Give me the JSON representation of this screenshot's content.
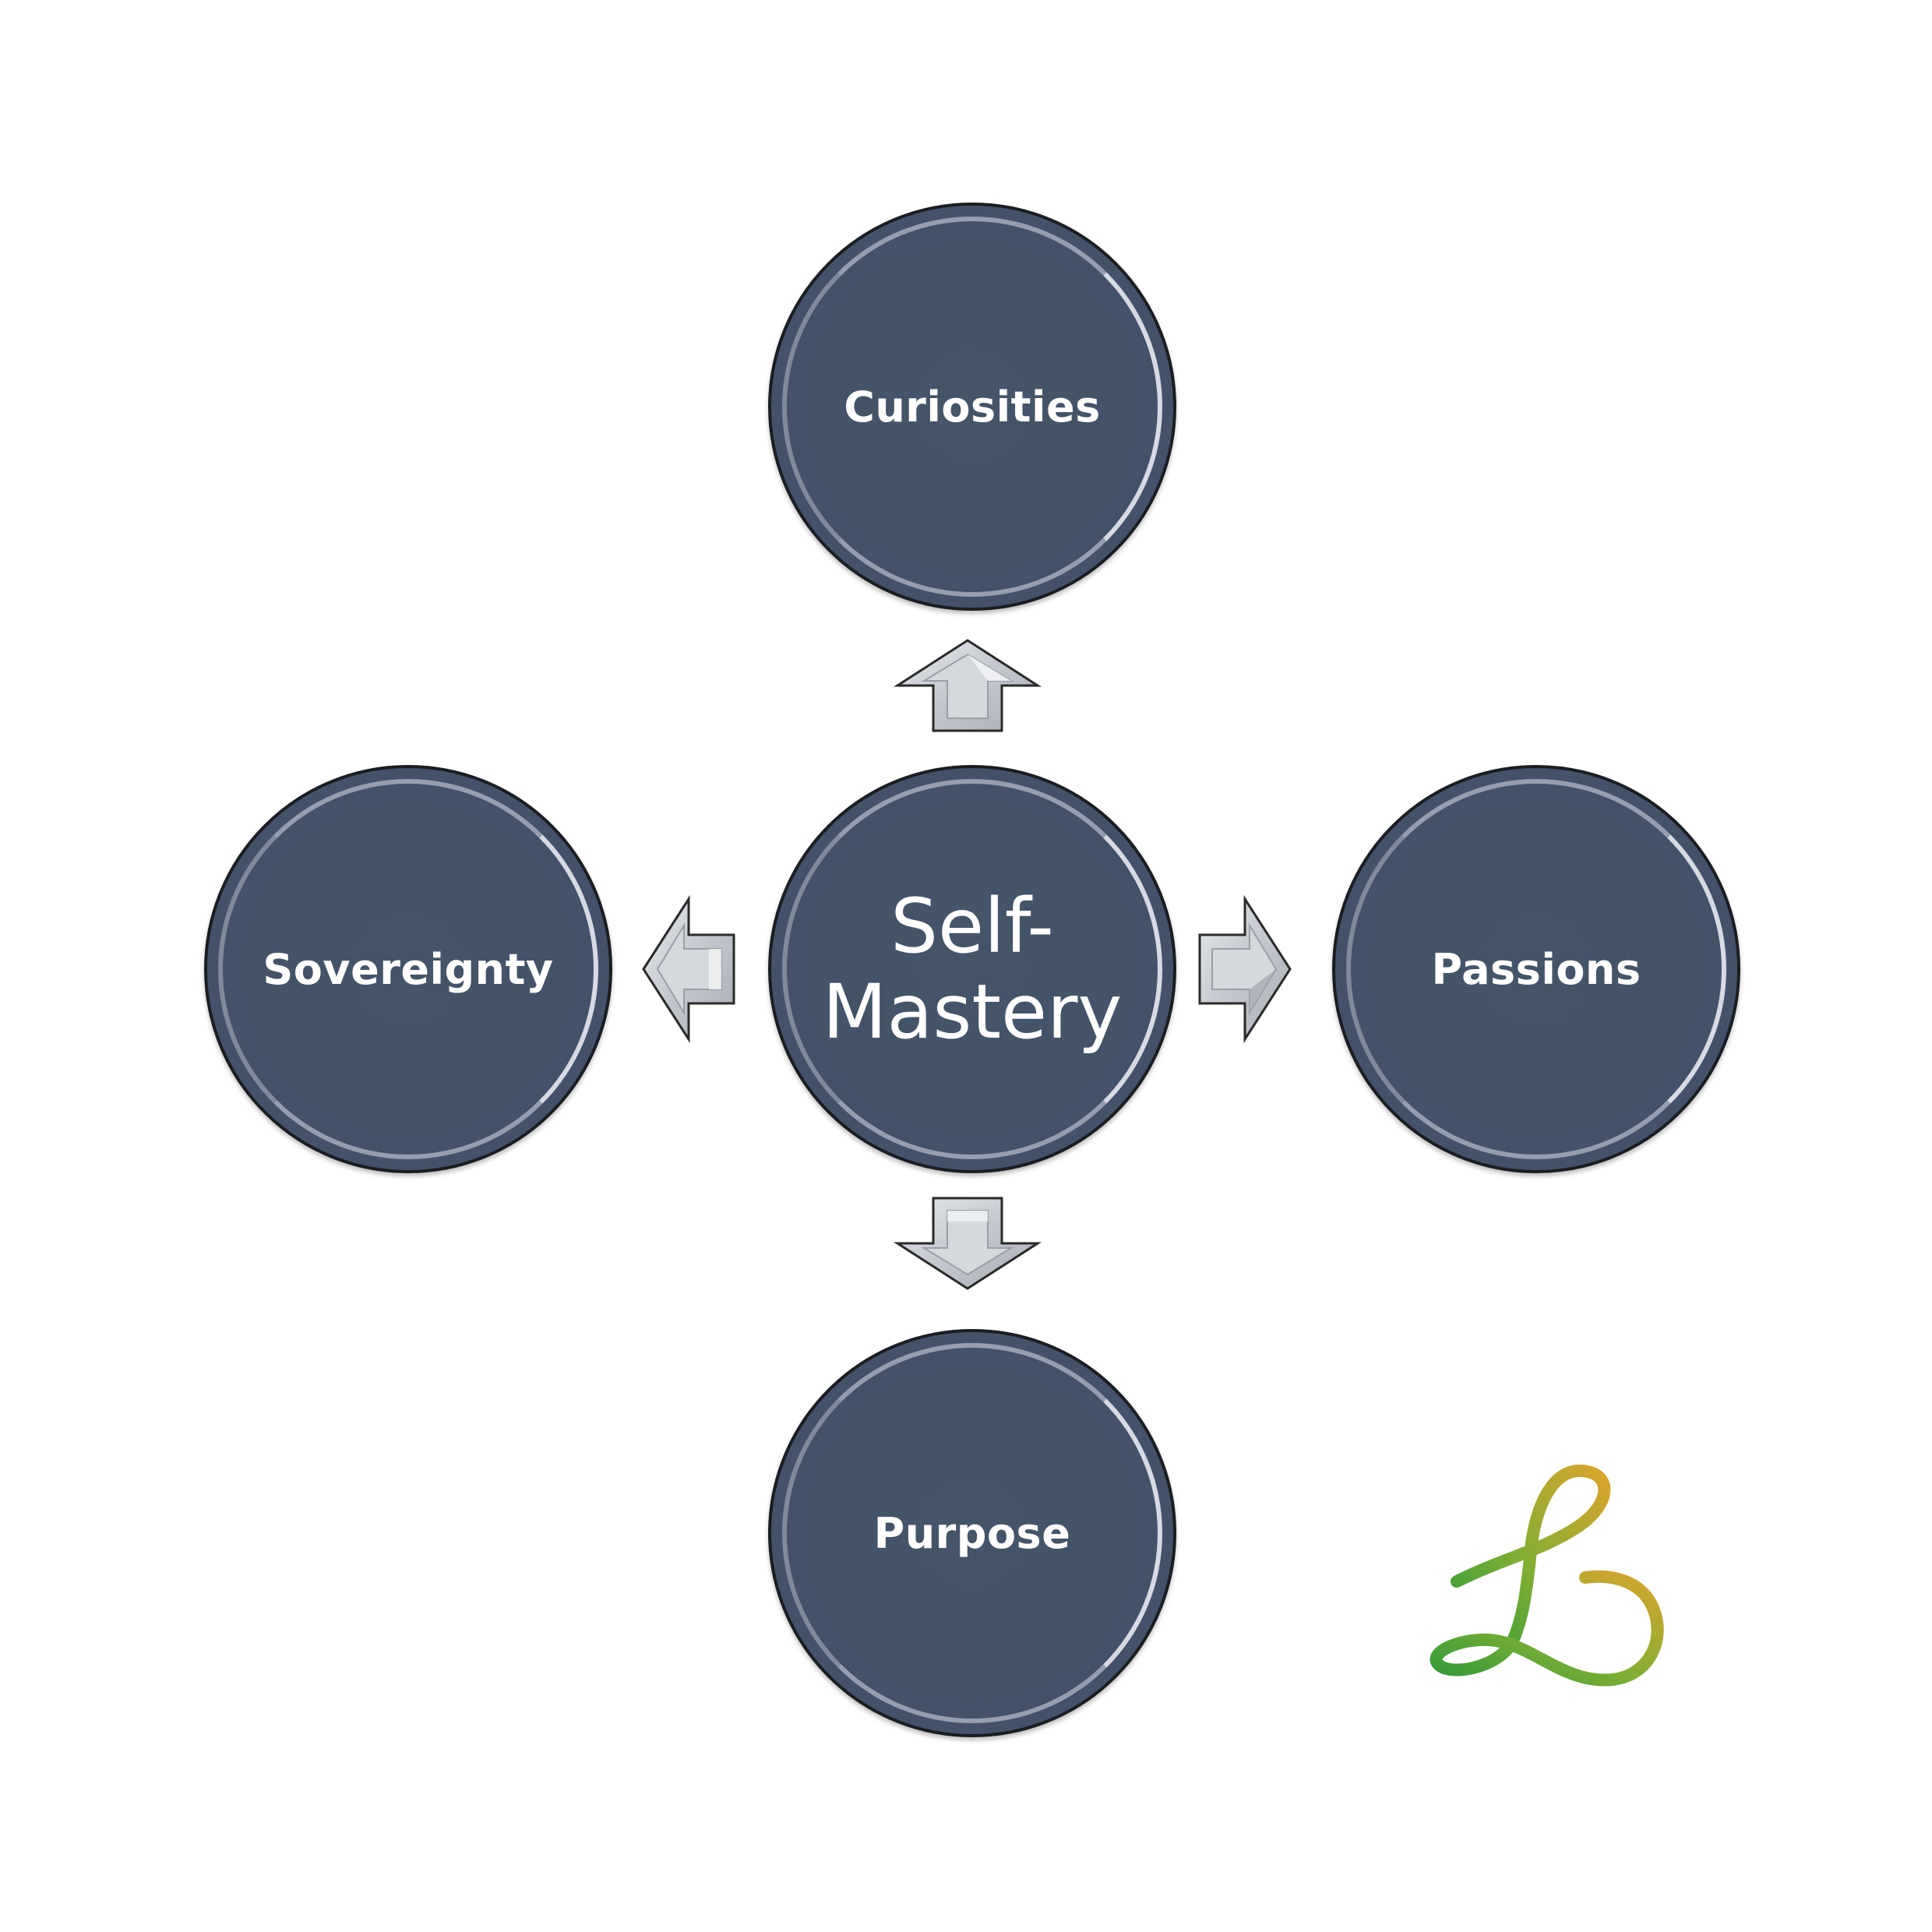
{
  "diagram": {
    "center": {
      "label": "Self-\nMastery"
    },
    "nodes": {
      "top": "Curiosities",
      "left": "Sovereignty",
      "right": "Passions",
      "bottom": "Purpose"
    }
  },
  "colors": {
    "node_fill": "#435268",
    "node_border": "#1a1d22",
    "arrow_fill": "#c9ccd2",
    "arrow_stroke": "#2a2a2a",
    "logo_green": "#3a9a3a",
    "logo_gold": "#d7a12a"
  },
  "icons": {
    "arrows": [
      "arrow-up-icon",
      "arrow-left-icon",
      "arrow-right-icon",
      "arrow-down-icon"
    ],
    "logo": "brand-logo-icon"
  }
}
